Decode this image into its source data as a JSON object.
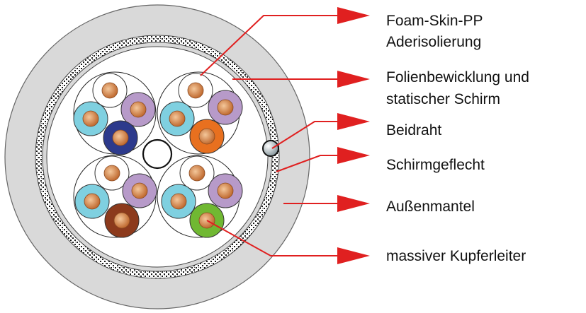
{
  "labels": {
    "foam_line1": "Foam-Skin-PP",
    "foam_line2": "Aderisolierung",
    "foil_line1": "Folienbewicklung und",
    "foil_line2": "statischer Schirm",
    "drain": "Beidraht",
    "braid": "Schirmgeflecht",
    "jacket": "Außenmantel",
    "conductor": "massiver Kupferleiter"
  },
  "colors": {
    "arrow": "#e02020",
    "jacket": "#d9d9d9",
    "copper": "#d88a50",
    "pair_white": "#ffffff",
    "pair_blue": "#7fd0e0",
    "pair_violet": "#b79ac9",
    "pair_darkblue": "#2d3a8c",
    "pair_orange": "#e8701f",
    "pair_brown": "#8c3a1c",
    "pair_green": "#70b832"
  }
}
